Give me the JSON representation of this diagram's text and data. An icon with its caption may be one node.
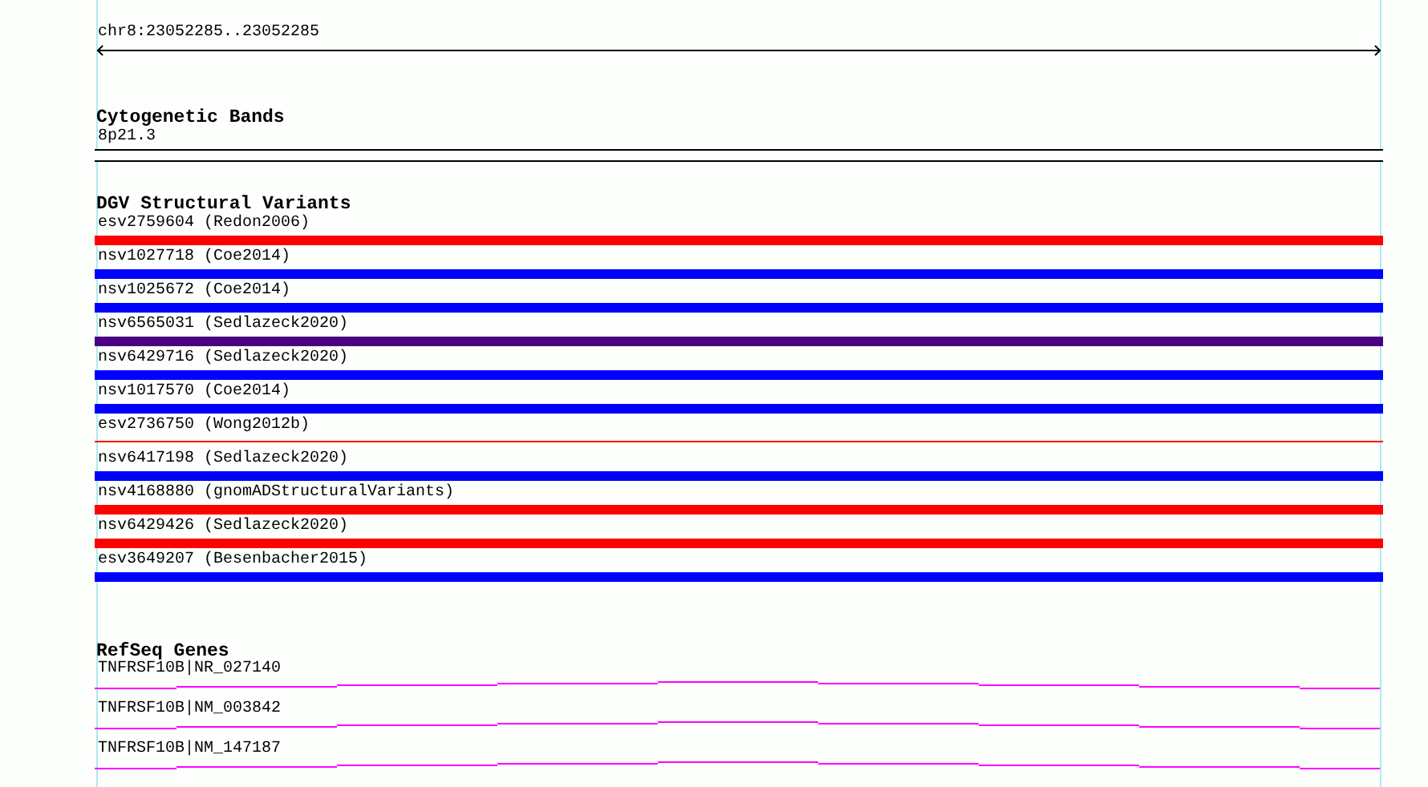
{
  "diagram": {
    "nodes": [
      {
        "text": [
          "8p21.3"
        ]
      },
      {
        "text": [
          "esv2759604 (Redon2006)"
        ]
      },
      {
        "text": [
          "nsv1027718 (Coe2014)"
        ]
      },
      {
        "text": [
          "nsv1025672 (Coe2014)"
        ]
      },
      {
        "text": [
          "nsv6565031 (Sedlazeck2020)"
        ]
      },
      {
        "text": [
          "nsv6429716 (Sedlazeck2020)"
        ]
      },
      {
        "text": [
          "nsv1017570 (Coe2014)"
        ]
      },
      {
        "text": [
          "esv2736750 (Wong2012b)"
        ]
      },
      {
        "text": [
          "nsv6417198 (Sedlazeck2020)"
        ]
      },
      {
        "text": [
          "nsv4168880 (gnomADStructuralVariants)"
        ]
      },
      {
        "text": [
          "nsv6429426 (Sedlazeck2020)"
        ]
      },
      {
        "text": [
          "esv3649207 (Besenbacher2015)"
        ]
      },
      {
        "text": [
          "TNFRSF10B|NR_027140"
        ]
      },
      {
        "text": [
          "TNFRSF10B|NM_003842"
        ]
      },
      {
        "text": [
          "TNFRSF10B|NM_147187"
        ]
      }
    ],
    "labels": [
      "chr8:23052285..23052285",
      "Cytogenetic Bands",
      "DGV Structural Variants",
      "RefSeq Genes"
    ]
  }
}
